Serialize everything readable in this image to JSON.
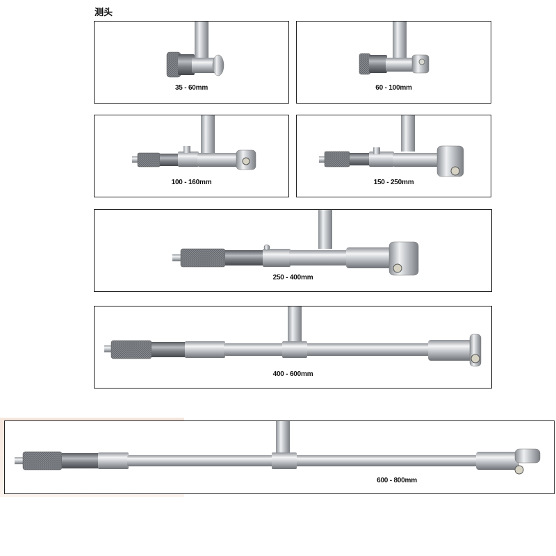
{
  "section_title": "测头",
  "heads": [
    {
      "range_label": "35 - 60mm",
      "image": "micrometer-head-35-60-image"
    },
    {
      "range_label": "60 - 100mm",
      "image": "micrometer-head-60-100-image"
    },
    {
      "range_label": "100 - 160mm",
      "image": "micrometer-head-100-160-image"
    },
    {
      "range_label": "150 - 250mm",
      "image": "micrometer-head-150-250-image"
    },
    {
      "range_label": "250 - 400mm",
      "image": "micrometer-head-250-400-image"
    },
    {
      "range_label": "400 - 600mm",
      "image": "micrometer-head-400-600-image"
    },
    {
      "range_label": "600 - 800mm",
      "image": "micrometer-head-600-800-image"
    }
  ]
}
